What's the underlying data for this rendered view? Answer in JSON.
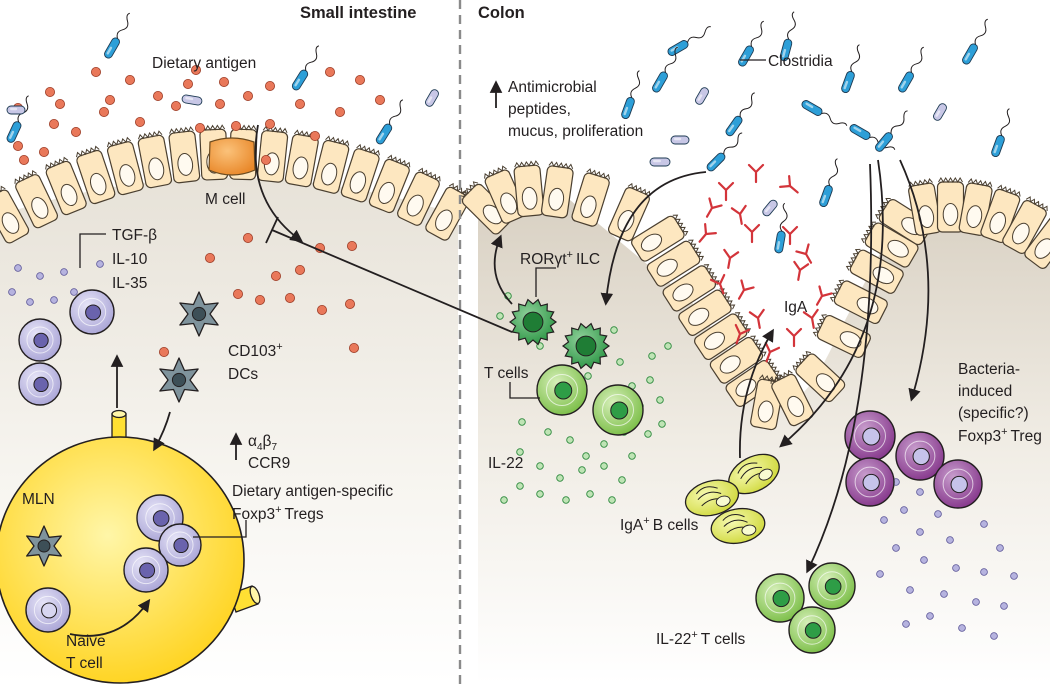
{
  "titles": {
    "small_intestine": "Small intestine",
    "colon": "Colon"
  },
  "labels": {
    "dietary_antigen": "Dietary antigen",
    "m_cell": "M cell",
    "tgf_beta": "TGF-β",
    "il10": "IL-10",
    "il35": "IL-35",
    "cd103_base": "CD103",
    "cd103_sup": "+",
    "dcs": "DCs",
    "integrin_alpha": "α",
    "integrin_4": "4",
    "integrin_beta": "β",
    "integrin_7": "7",
    "ccr9": "CCR9",
    "dietary_specific_line1": "Dietary antigen-specific",
    "foxp3_base": "Foxp3",
    "foxp3_sup": "+",
    "tregs": "Tregs",
    "mln": "MLN",
    "naive_line1": "Naive",
    "naive_line2": "T cell",
    "clostridia": "Clostridia",
    "amp_line1": "Antimicrobial",
    "amp_line2": "peptides,",
    "amp_line3": "mucus, proliferation",
    "ror_base": "RORγt",
    "ror_sup": "+",
    "ror_tail": "ILC",
    "t_cells": "T cells",
    "il22": "IL-22",
    "iga": "IgA",
    "iga_b_base": "IgA",
    "iga_b_sup": "+",
    "iga_b_tail": "B cells",
    "bact_line1": "Bacteria-",
    "bact_line2": "induced",
    "bact_line3": "(specific?)",
    "bact_foxp3_base": "Foxp3",
    "bact_foxp3_sup": "+",
    "bact_treg": "Treg",
    "il22_t_base": "IL-22",
    "il22_t_sup": "+",
    "il22_t_tail": "T cells"
  },
  "colors": {
    "lamina": "#efebe3",
    "epithelium": "#fde7c0",
    "epithelium_outline": "#4a3f30",
    "m_cell": "#f29a2e",
    "antigen": "#e9785a",
    "treg_purple": "#b6b3df",
    "treg_nucleus": "#6a63ad",
    "dc_gray": "#7f939c",
    "mln_yellow": "#ffe033",
    "ilc_green": "#2e9d46",
    "t_cell_green": "#7fc24a",
    "b_cell_yellow": "#e0e84a",
    "bact_treg_purple": "#8e3d92",
    "iga_red": "#d3343a",
    "bacteria_blue": "#2d9fd8",
    "bacteria_lilac": "#b9b8dc"
  }
}
